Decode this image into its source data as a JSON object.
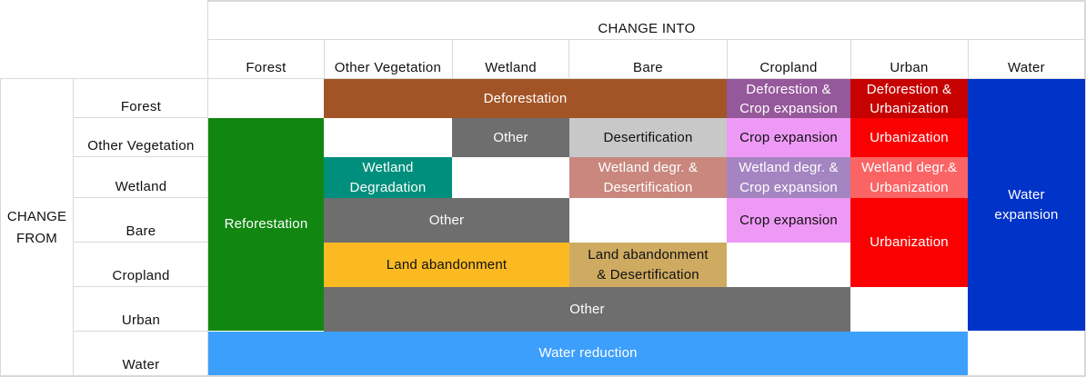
{
  "header": {
    "change_into": "CHANGE INTO",
    "change_from": "CHANGE FROM"
  },
  "columns": [
    "Forest",
    "Other Vegetation",
    "Wetland",
    "Bare",
    "Cropland",
    "Urban",
    "Water"
  ],
  "rows": [
    "Forest",
    "Other Vegetation",
    "Wetland",
    "Bare",
    "Cropland",
    "Urban",
    "Water"
  ],
  "cells": {
    "deforestation": {
      "label": "Deforestation",
      "color": "#a35426"
    },
    "deforestation_crop": {
      "label1": "Deforestion &",
      "label2": "Crop expansion",
      "color": "#95589a"
    },
    "deforestation_urban": {
      "label1": "Deforestion &",
      "label2": "Urbanization",
      "color": "#c70000"
    },
    "water_expansion": {
      "label1": "Water",
      "label2": "expansion",
      "color": "#0033c8"
    },
    "reforestation": {
      "label": "Reforestation",
      "color": "#118711"
    },
    "other_veg_wetland": {
      "label": "Other",
      "color": "#6e6e6e"
    },
    "desertification": {
      "label": "Desertification",
      "color": "#c8c8c8"
    },
    "crop_expansion_1": {
      "label": "Crop expansion",
      "color": "#ee99f6"
    },
    "urbanization_1": {
      "label": "Urbanization",
      "color": "#fa0000"
    },
    "wetland_degradation": {
      "label1": "Wetland",
      "label2": "Degradation",
      "color": "#008f7c"
    },
    "wetland_desert": {
      "label1": "Wetland degr. &",
      "label2": "Desertification",
      "color": "#c9877d"
    },
    "wetland_crop": {
      "label1": "Wetland degr. &",
      "label2": "Crop expansion",
      "color": "#a584c2"
    },
    "wetland_urban": {
      "label1": "Wetland degr.&",
      "label2": "Urbanization",
      "color": "#fa6464"
    },
    "bare_other": {
      "label": "Other",
      "color": "#6e6e6e"
    },
    "crop_expansion_2": {
      "label": "Crop expansion",
      "color": "#ee99f6"
    },
    "urbanization_2": {
      "label": "Urbanization",
      "color": "#fa0000"
    },
    "land_abandonment": {
      "label": "Land abandonment",
      "color": "#fbba22"
    },
    "land_aband_desert": {
      "label1": "Land abandonment",
      "label2": "& Desertification",
      "color": "#cfab62"
    },
    "urban_other": {
      "label": "Other",
      "color": "#6e6e6e"
    },
    "water_reduction": {
      "label": "Water reduction",
      "color": "#3d9ffc"
    }
  }
}
